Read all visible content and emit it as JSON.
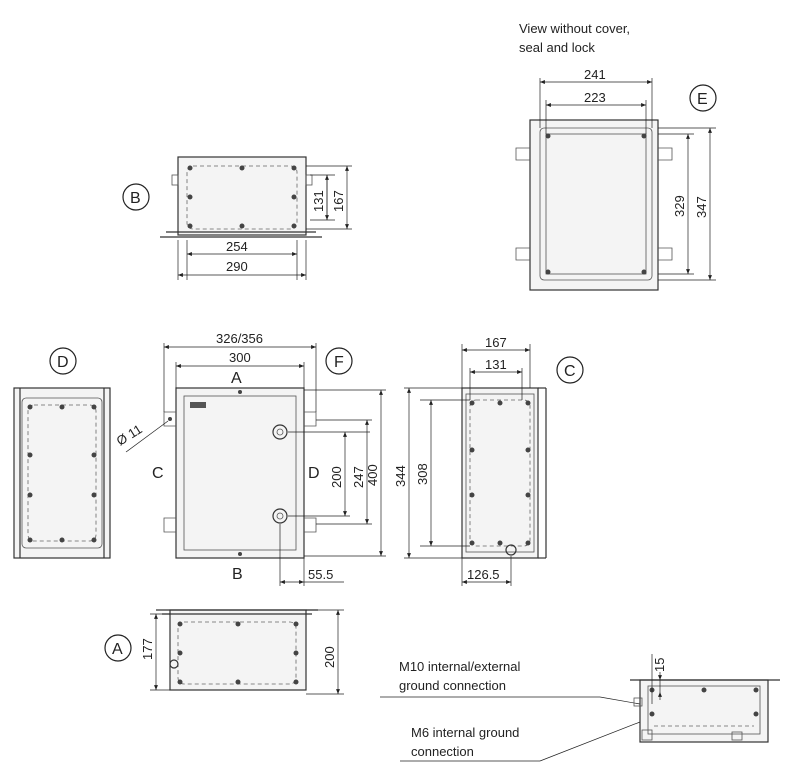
{
  "view_labels": {
    "a": "A",
    "b": "B",
    "c": "C",
    "d": "D",
    "e": "E",
    "f": "F"
  },
  "notes": {
    "view_e_line1": "View without cover,",
    "view_e_line2": "seal and lock",
    "m10_line1": "M10 internal/external",
    "m10_line2": "ground connection",
    "m6_line1": "M6 internal ground",
    "m6_line2": "connection"
  },
  "dims": {
    "b_254": "254",
    "b_290": "290",
    "b_131": "131",
    "b_167": "167",
    "e_241": "241",
    "e_223": "223",
    "e_329": "329",
    "e_347": "347",
    "f_326": "326/356",
    "f_300": "300",
    "f_200": "200",
    "f_247": "247",
    "f_400": "400",
    "f_55": "55.5",
    "f_dia": "Ø 11",
    "c_167": "167",
    "c_131": "131",
    "c_344": "344",
    "c_308": "308",
    "c_126": "126.5",
    "a_177": "177",
    "a_200": "200",
    "g_15": "15"
  }
}
